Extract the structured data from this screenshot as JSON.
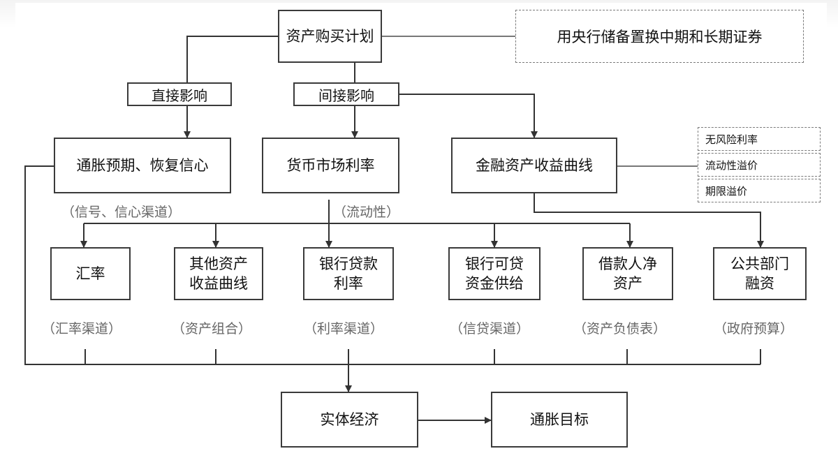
{
  "nodes": {
    "plan": "资产购买计划",
    "swap_note": "用央行储备置换中期和长期证券",
    "direct": "直接影响",
    "indirect": "间接影响",
    "expectation": "通胀预期、恢复信心",
    "money_rate": "货币市场利率",
    "yield_curve": "金融资产收益曲线",
    "fx": "汇率",
    "other_assets": "其他资产\n收益曲线",
    "bank_rate": "银行贷款\n利率",
    "bank_supply": "银行可贷\n资金供给",
    "borrower": "借款人净\n资产",
    "public_finance": "公共部门\n融资",
    "real_economy": "实体经济",
    "target": "通胀目标"
  },
  "factors": [
    "无风险利率",
    "流动性溢价",
    "期限溢价"
  ],
  "notes": {
    "signal": "（信号、信心渠道）",
    "liquidity": "（流动性）",
    "fx_channel": "（汇率渠道）",
    "portfolio": "（资产组合）",
    "rate_channel": "（利率渠道）",
    "credit_channel": "（信贷渠道）",
    "balance_sheet": "（资产负债表）",
    "budget": "（政府预算）"
  }
}
